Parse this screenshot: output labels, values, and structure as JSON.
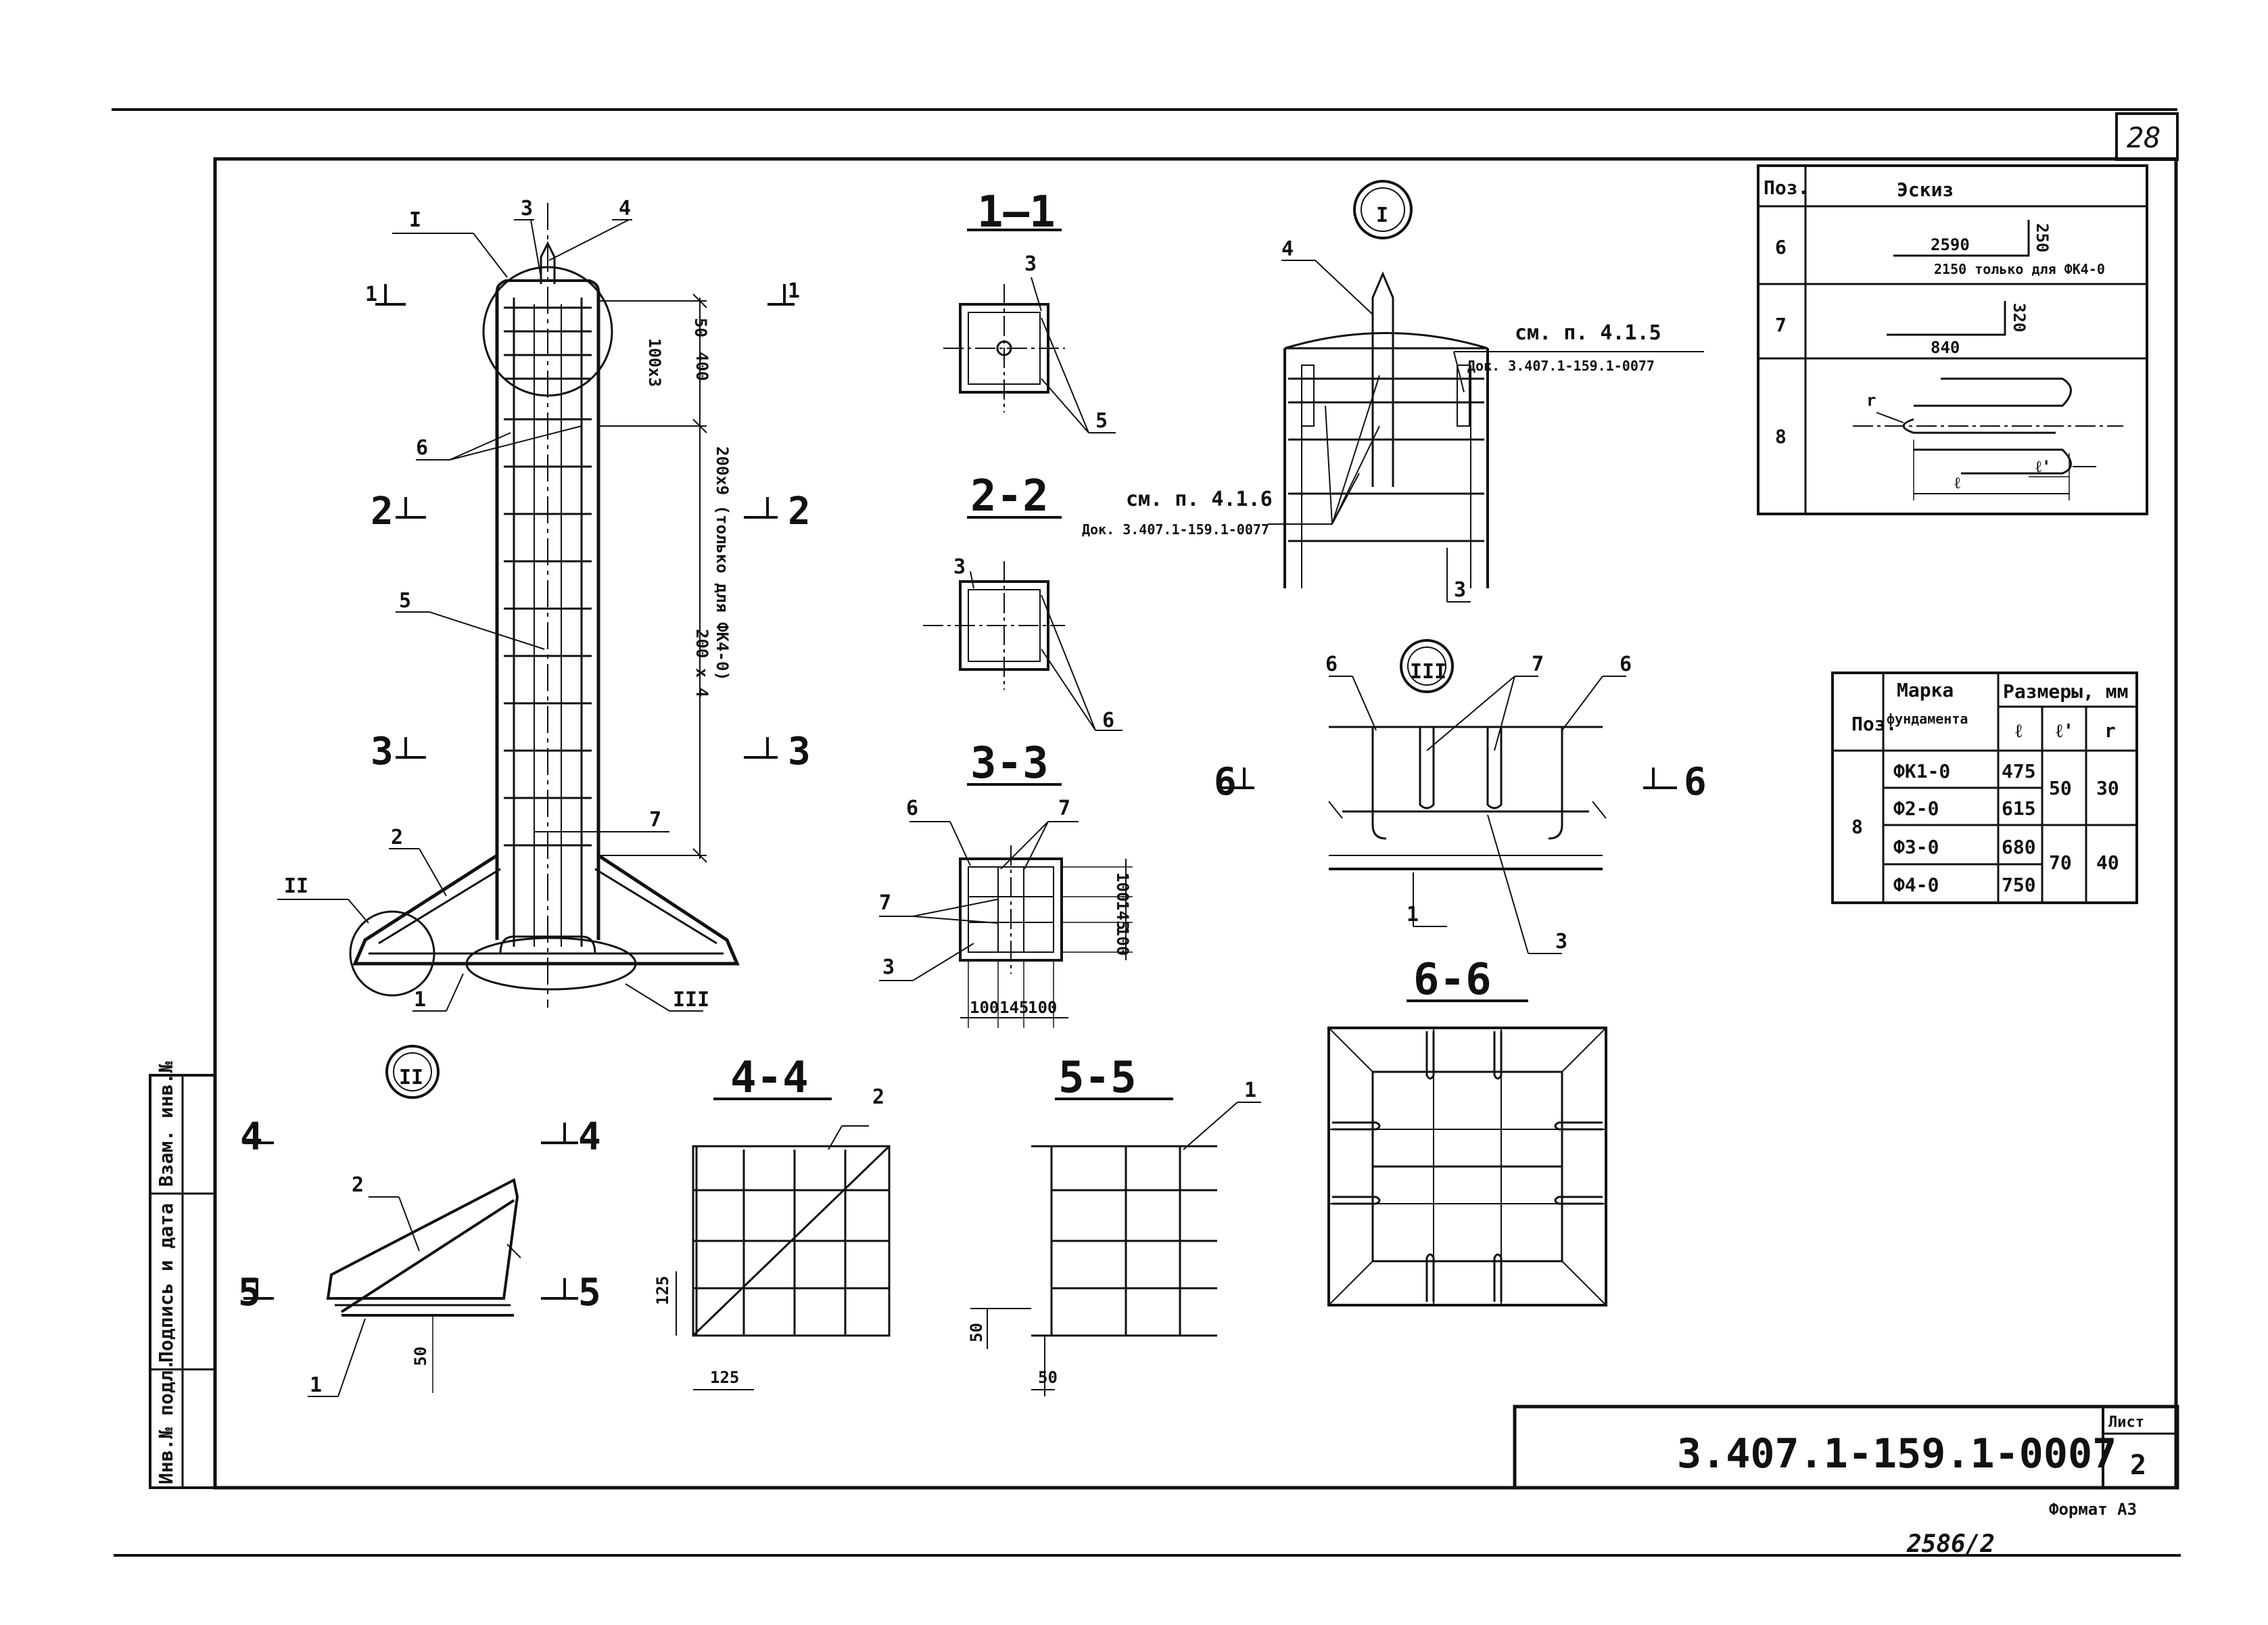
{
  "sheet": {
    "page_number": "28",
    "document_code": "3.407.1-159.1-0007",
    "sheet_label": "Лист",
    "sheet_value": "2",
    "format": "Формат А3",
    "archive_number": "2586/2",
    "side_stamp": [
      "Инв.№ подл.",
      "Подпись и дата",
      "Взам. инв.№"
    ]
  },
  "views": {
    "section_1": "1—1",
    "section_2": "2-2",
    "section_3": "3-3",
    "section_4": "4-4",
    "section_5": "5-5",
    "section_6": "6-6",
    "node_I": "I",
    "node_II": "II",
    "node_III": "III"
  },
  "main_view": {
    "callout_I": "I",
    "callout_II": "II",
    "callout_III": "III",
    "pos_1": "1",
    "pos_2": "2",
    "pos_3": "3",
    "pos_4": "4",
    "pos_5": "5",
    "pos_6": "6",
    "pos_7": "7",
    "cut_1": "1",
    "cut_2": "2",
    "cut_3": "3",
    "dim_50": "50",
    "dim_100x3": "100x3",
    "dim_400": "400",
    "dim_200x4": "200 x 4",
    "dim_200x9": "200x9 (только для ФК4-0)"
  },
  "section_dims": {
    "d100a": "100",
    "d145a": "145",
    "d100b": "100",
    "d100c": "100",
    "d145b": "145",
    "d100d": "100",
    "d125a": "125",
    "d125b": "125",
    "d50a": "50",
    "d50b": "50",
    "d50c": "50"
  },
  "node_I_notes": {
    "note_415_a": "см. п. 4.1.5",
    "note_415_b": "Док. 3.407.1-159.1-0077",
    "note_416_a": "см. п. 4.1.6",
    "note_416_b": "Док. 3.407.1-159.1-0077",
    "pos_4": "4",
    "pos_3": "3"
  },
  "node_labels": {
    "s6a": "6",
    "s7a": "7",
    "s6b": "6",
    "s3": "3",
    "s1": "1",
    "cut4": "4",
    "cut5": "5",
    "cut6": "6",
    "pos1": "1",
    "pos2": "2",
    "pos3": "3",
    "pos6": "6",
    "pos7a": "7",
    "pos7b": "7",
    "pos5": "5",
    "pos6b": "6",
    "pos3b": "3",
    "pos1c": "1",
    "pos2c": "2",
    "pos4c": "4"
  },
  "sketch_table": {
    "headers": [
      "Поз.",
      "Эскиз"
    ],
    "rows": [
      {
        "pos": "6",
        "dim_main": "2590",
        "dim_side": "250",
        "note": "2150 только для ФК4-0"
      },
      {
        "pos": "7",
        "dim_main": "840",
        "dim_side": "320",
        "note": ""
      },
      {
        "pos": "8",
        "dim_main": "ℓ",
        "dim_side": "ℓ'",
        "note": "r"
      }
    ]
  },
  "dims_table": {
    "h_pos": "Поз.",
    "h_mark_1": "Марка",
    "h_mark_2": "фундамента",
    "h_sizes": "Размеры, мм",
    "h_l": "ℓ",
    "h_l1": "ℓ'",
    "h_r": "r",
    "pos": "8",
    "rows": [
      {
        "mark": "ФК1-0",
        "l": "475"
      },
      {
        "mark": "Ф2-0",
        "l": "615"
      },
      {
        "mark": "Ф3-0",
        "l": "680"
      },
      {
        "mark": "Ф4-0",
        "l": "750"
      }
    ],
    "l1_a": "50",
    "r_a": "30",
    "l1_b": "70",
    "r_b": "40"
  }
}
